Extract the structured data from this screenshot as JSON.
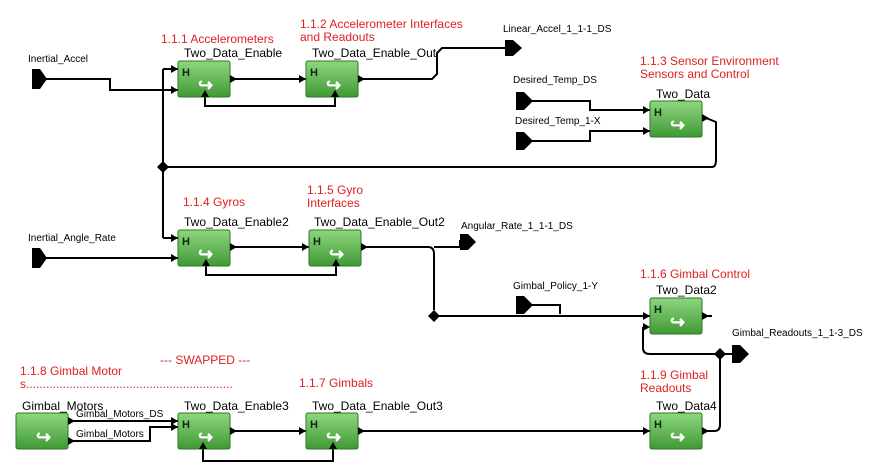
{
  "colors": {
    "block_fill": "#52b447",
    "block_border": "#2a7a22",
    "wire": "#000000",
    "annotation": "#e02020"
  },
  "blocks": {
    "b111": {
      "title": "1.1.1 Accelerometers",
      "name": "Two_Data_Enable",
      "icon": "H",
      "glyph": "↪"
    },
    "b112": {
      "title": "1.1.2 Accelerometer Interfaces and Readouts",
      "name": "Two_Data_Enable_Out",
      "icon": "H",
      "glyph": "↪"
    },
    "b113": {
      "title": "1.1.3 Sensor Environment Sensors and Control",
      "name": "Two_Data",
      "icon": "H",
      "glyph": "↪"
    },
    "b114": {
      "title": "1.1.4 Gyros",
      "name": "Two_Data_Enable2",
      "icon": "H",
      "glyph": "↪"
    },
    "b115": {
      "title": "1.1.5 Gyro Interfaces",
      "name": "Two_Data_Enable_Out2",
      "icon": "H",
      "glyph": "↪"
    },
    "b116": {
      "title": "1.1.6 Gimbal Control",
      "name": "Two_Data2",
      "icon": "H",
      "glyph": "↪"
    },
    "b117": {
      "title": "1.1.7 Gimbals",
      "name": "Two_Data_Enable_Out3",
      "icon": "H",
      "glyph": "↪"
    },
    "b118": {
      "title": "1.1.8 Gimbal Motors..............................................................",
      "name": "Gimbal_Motors",
      "icon": "",
      "glyph": "↪"
    },
    "b118b": {
      "title": "",
      "name": "Two_Data_Enable3",
      "icon": "H",
      "glyph": "↪"
    },
    "b119": {
      "title": "1.1.9 Gimbal Readouts",
      "name": "Two_Data4",
      "icon": "H",
      "glyph": "↪"
    }
  },
  "ports": {
    "inertial_accel": "Inertial_Accel",
    "linear_accel": "Linear_Accel_1_1-1_DS",
    "desired_temp_ds": "Desired_Temp_DS",
    "desired_temp_1x": "Desired_Temp_1-X",
    "inertial_angle_rate": "Inertial_Angle_Rate",
    "angular_rate": "Angular_Rate_1_1-1_DS",
    "gimbal_policy": "Gimbal_Policy_1-Y",
    "gimbal_readouts": "Gimbal_Readouts_1_1-3_DS",
    "gimbal_motors_ds": "Gimbal_Motors_DS",
    "gimbal_motors": "Gimbal_Motors"
  },
  "annotations": {
    "swapped": "--- SWAPPED ---"
  }
}
